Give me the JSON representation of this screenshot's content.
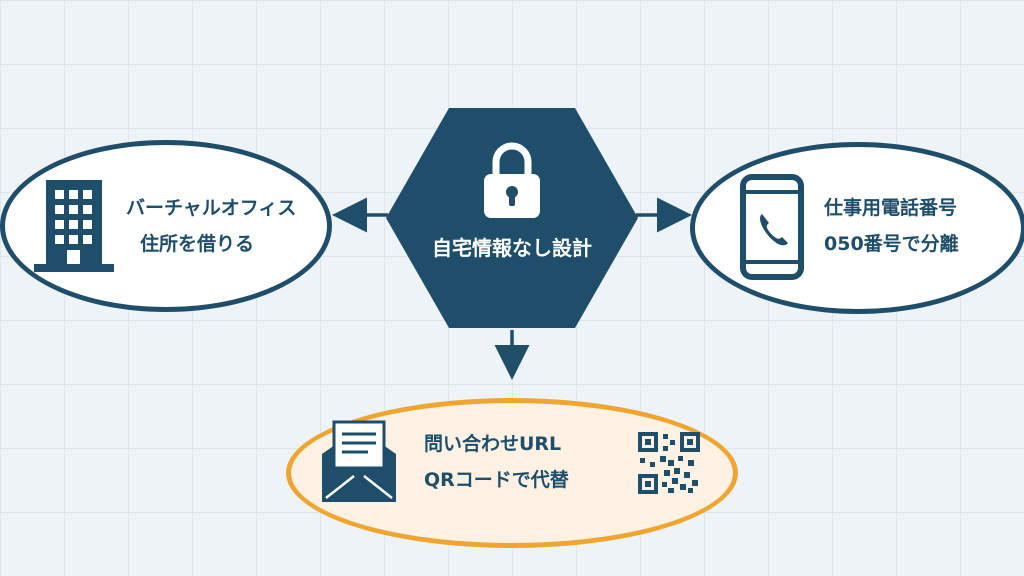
{
  "center": {
    "label": "自宅情報なし設計",
    "icon": "padlock-icon"
  },
  "left_node": {
    "line1": "バーチャルオフィス",
    "line2": "住所を借りる",
    "icon": "office-building-icon"
  },
  "right_node": {
    "line1": "仕事用電話番号",
    "line2": "050番号で分離",
    "icon": "smartphone-icon"
  },
  "bottom_node": {
    "line1": "問い合わせURL",
    "line2": "QRコードで代替",
    "icon_left": "open-envelope-icon",
    "icon_right": "qr-code-icon"
  },
  "colors": {
    "primary": "#1f4e6b",
    "accent": "#f0a531",
    "accent_fill": "#fcf1e3",
    "background": "#eef3f8"
  }
}
